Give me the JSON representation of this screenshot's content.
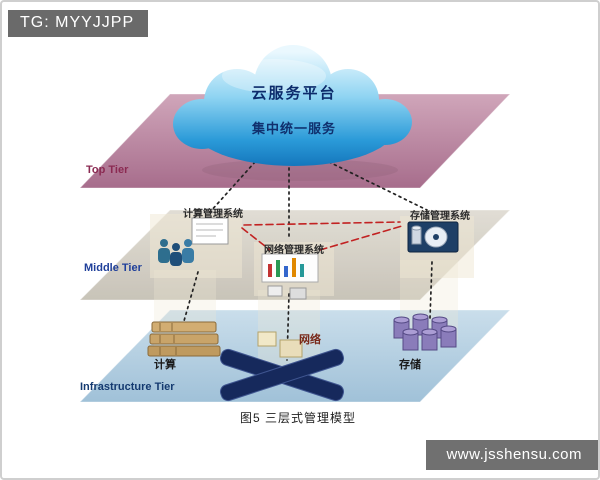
{
  "watermarks": {
    "top_left": "TG: MYYJJPP",
    "bottom_right": "www.jsshensu.com"
  },
  "cloud": {
    "title": "云服务平台",
    "subtitle": "集中统一服务"
  },
  "tiers": [
    {
      "label": "Top Tier",
      "color": "#b9809a"
    },
    {
      "label": "Middle Tier",
      "color": "#d3cfc6"
    },
    {
      "label": "Infrastructure Tier",
      "color": "#b7cfdf"
    }
  ],
  "middle_systems": [
    {
      "label": "计算管理系统",
      "icon": "people-whiteboard-icon"
    },
    {
      "label": "网络管理系统",
      "icon": "chart-panel-icon"
    },
    {
      "label": "存储管理系统",
      "icon": "disk-monitor-icon"
    }
  ],
  "infrastructure": [
    {
      "label": "计算",
      "icon": "server-stack-icon"
    },
    {
      "label": "网络",
      "icon": "network-switch-icon"
    },
    {
      "label": "存储",
      "icon": "storage-cylinders-icon"
    }
  ],
  "caption": "图5 三层式管理模型",
  "colors": {
    "cloud_top": "#e8f7fd",
    "cloud_bottom": "#1271b8",
    "link_dotted": "#222222",
    "link_dashed_accent": "#c22222",
    "frame_border": "#cfcfcf"
  }
}
